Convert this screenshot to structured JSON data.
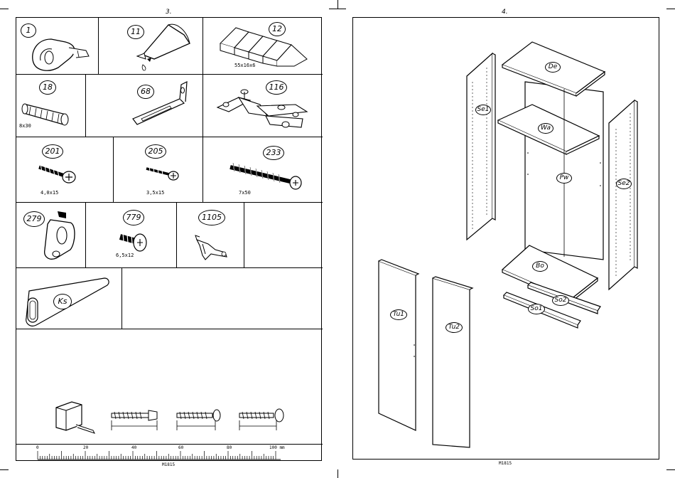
{
  "pages": {
    "left_number": "3.",
    "right_number": "4.",
    "left_footer": "M1815",
    "right_footer": "M1815"
  },
  "parts": [
    {
      "id": "1",
      "size": ""
    },
    {
      "id": "11",
      "size": ""
    },
    {
      "id": "12",
      "size": "55x16x6"
    },
    {
      "id": "18",
      "size": "8x30"
    },
    {
      "id": "68",
      "size": ""
    },
    {
      "id": "116",
      "size": ""
    },
    {
      "id": "201",
      "size": "4,0x15"
    },
    {
      "id": "205",
      "size": "3,5x15"
    },
    {
      "id": "233",
      "size": "7x50"
    },
    {
      "id": "279",
      "size": ""
    },
    {
      "id": "779",
      "size": "6,5x12"
    },
    {
      "id": "1105",
      "size": ""
    },
    {
      "id": "Ks",
      "size": ""
    }
  ],
  "ruler": {
    "labels": [
      "0",
      "20",
      "40",
      "60",
      "80",
      "100 mm"
    ]
  },
  "panels": {
    "De": "De",
    "Wa": "Wa",
    "Se1": "Se1",
    "Se2": "Se2",
    "Pw": "Pw",
    "Bo": "Bo",
    "So2": "So2",
    "So1": "So1",
    "Tu1": "Tu1",
    "Tu2": "Tu2"
  }
}
